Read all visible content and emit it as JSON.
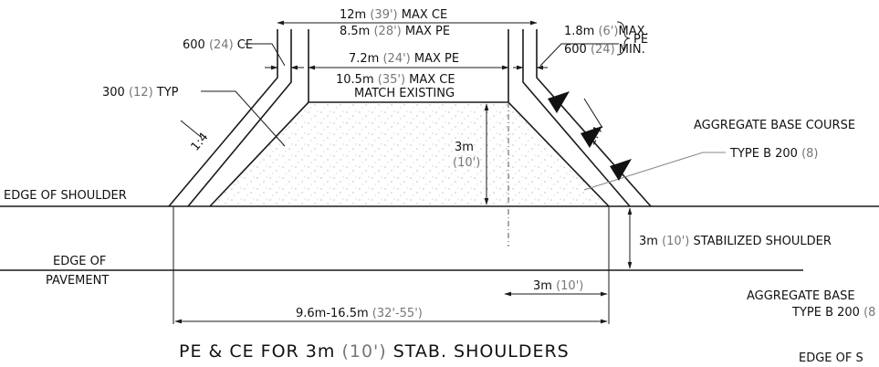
{
  "drawing": {
    "title": {
      "main": "PE & CE FOR 3m",
      "metric_paren": "(10')",
      "tail": "STAB.  SHOULDERS"
    },
    "top_width_ce": {
      "main": "12m",
      "paren": "(39')",
      "tail": "MAX CE"
    },
    "top_width_pe": {
      "main": "8.5m",
      "paren": "(28')",
      "tail": "MAX PE"
    },
    "mid_width_pe": {
      "main": "7.2m",
      "paren": "(24')",
      "tail": "MAX PE"
    },
    "mid_width_ce": {
      "main": "10.5m",
      "paren": "(35')",
      "tail": "MAX CE"
    },
    "match_existing": "MATCH EXISTING",
    "lip_ce": {
      "main": "600",
      "paren": "(24)",
      "tail": "CE"
    },
    "typ_300": {
      "main": "300",
      "paren": "(12)",
      "tail": "TYP"
    },
    "pe_right_max": {
      "main": "1.8m",
      "paren": "(6')",
      "tail": "MAX."
    },
    "pe_right_min": {
      "main": "600",
      "paren": "(24)",
      "tail": "MIN."
    },
    "pe_brace": "PE",
    "slope_left": "1:4",
    "slope_right": "1:4",
    "depth": {
      "main": "3m",
      "paren": "(10')"
    },
    "agg_base_1": "AGGREGATE BASE COURSE",
    "agg_base_1_type": {
      "main": "TYPE B 200",
      "paren": "(8)"
    },
    "edge_shoulder": "EDGE OF SHOULDER",
    "stab_shoulder": {
      "main": "3m",
      "paren": "(10')",
      "tail": "STABILIZED SHOULDER"
    },
    "edge_pavement_1": "EDGE OF",
    "edge_pavement_2": "PAVEMENT",
    "dim_3m": {
      "main": "3m",
      "paren": "(10')"
    },
    "dim_total": {
      "main": "9.6m-16.5m",
      "paren": "(32'-55')"
    },
    "agg_base_2": "AGGREGATE BASE",
    "agg_base_2_type": {
      "main": "TYPE B 200",
      "paren": "(8"
    },
    "edge_s": "EDGE OF S"
  }
}
